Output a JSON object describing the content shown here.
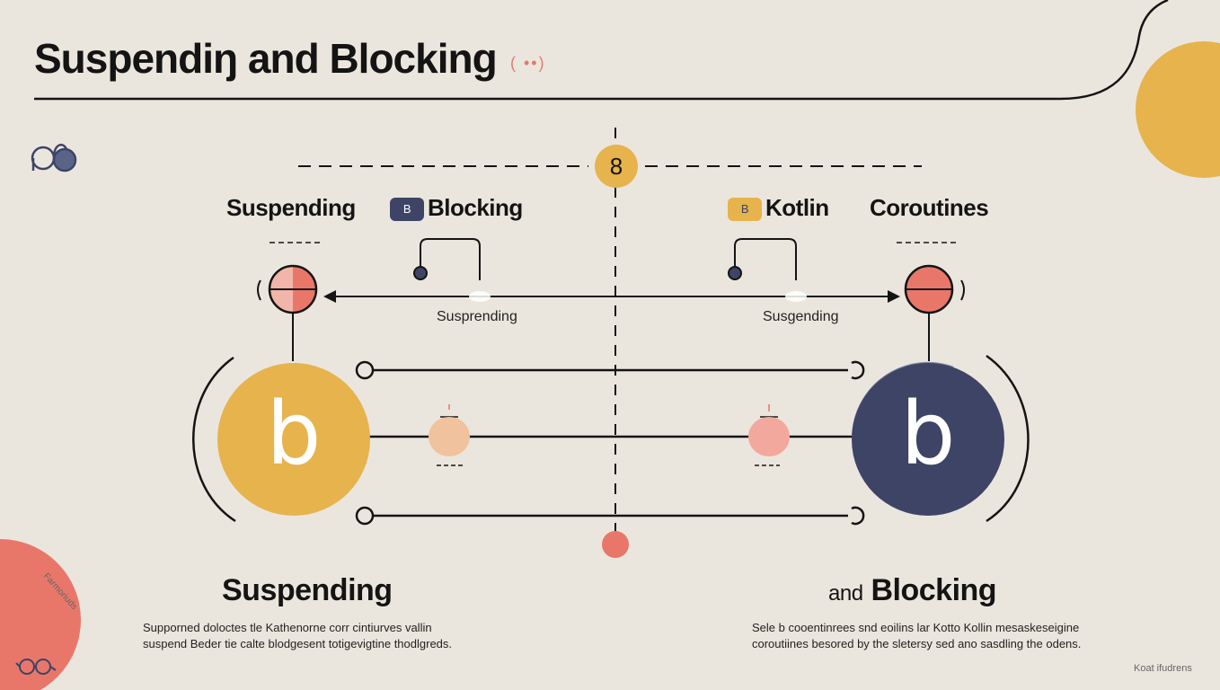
{
  "header": {
    "title": "Suspendiŋ and Blocking",
    "title_mark": "( ••)"
  },
  "center_badge": "8",
  "labels": {
    "suspending_left": "Suspending",
    "blocking_badge": "B",
    "blocking": "Blocking",
    "kotlin_badge": "B",
    "kotlin": "Kotlin",
    "coroutines": "Coroutines",
    "arrow_left_caption": "Susprending",
    "arrow_right_caption": "Susgending"
  },
  "nodes": {
    "left_glyph": "b",
    "right_glyph": "b"
  },
  "bottom": {
    "left_heading": "Suspending",
    "right_heading_prefix": "and",
    "right_heading_main": "Blocking",
    "left_para": [
      "Supporned doloctes tle Kathenorne corr cintiurves vallin",
      "suspend Beder tie calte blodgesent totigevigtine thodlgreds."
    ],
    "right_para": [
      "Sele b cooentinrees snd eoilins lar Kotto Kollin mesaskeseigine",
      "coroutiines besored by the sletersy sed ano sasdling the odens."
    ],
    "corner_note": "Koat ifudrens",
    "side_note": "Farmoriuds"
  },
  "colors": {
    "background": "#ebe6dd",
    "amber": "#e6b34d",
    "navy": "#3d4466",
    "coral": "#e8776a",
    "peach": "#f0c29d",
    "ink": "#141414"
  }
}
